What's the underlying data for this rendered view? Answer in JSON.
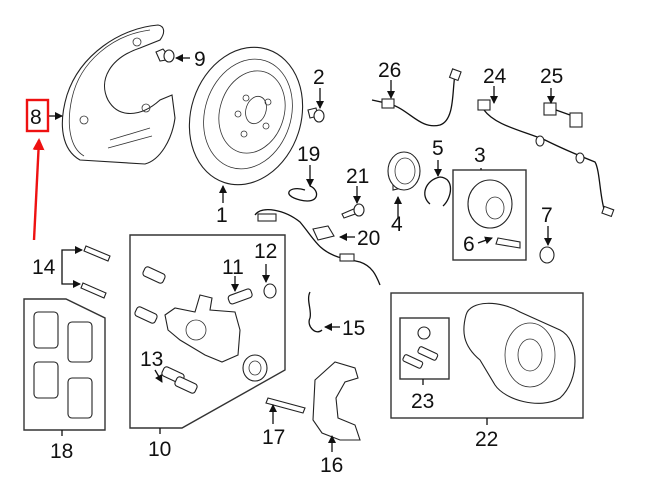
{
  "diagram": {
    "title": "Rear brake components exploded view",
    "highlight": {
      "callout": "8",
      "color": "#ee1111"
    },
    "callouts": [
      {
        "id": "callout-1",
        "text": "1",
        "part": "brake rotor"
      },
      {
        "id": "callout-2",
        "text": "2",
        "part": "rotor screw"
      },
      {
        "id": "callout-3",
        "text": "3",
        "part": "hub assembly"
      },
      {
        "id": "callout-4",
        "text": "4",
        "part": "wheel bearing"
      },
      {
        "id": "callout-5",
        "text": "5",
        "part": "snap ring"
      },
      {
        "id": "callout-6",
        "text": "6",
        "part": "wheel stud"
      },
      {
        "id": "callout-7",
        "text": "7",
        "part": "hub nut"
      },
      {
        "id": "callout-8",
        "text": "8",
        "part": "splash shield"
      },
      {
        "id": "callout-9",
        "text": "9",
        "part": "shield bolt"
      },
      {
        "id": "callout-10",
        "text": "10",
        "part": "caliper assembly"
      },
      {
        "id": "callout-11",
        "text": "11",
        "part": "guide pin"
      },
      {
        "id": "callout-12",
        "text": "12",
        "part": "bleeder cap"
      },
      {
        "id": "callout-13",
        "text": "13",
        "part": "boot"
      },
      {
        "id": "callout-14",
        "text": "14",
        "part": "guide pins"
      },
      {
        "id": "callout-15",
        "text": "15",
        "part": "pad clip"
      },
      {
        "id": "callout-16",
        "text": "16",
        "part": "caliper support"
      },
      {
        "id": "callout-17",
        "text": "17",
        "part": "support bolt"
      },
      {
        "id": "callout-18",
        "text": "18",
        "part": "brake pads"
      },
      {
        "id": "callout-19",
        "text": "19",
        "part": "wear sensor"
      },
      {
        "id": "callout-20",
        "text": "20",
        "part": "sensor clip"
      },
      {
        "id": "callout-21",
        "text": "21",
        "part": "bolt"
      },
      {
        "id": "callout-22",
        "text": "22",
        "part": "parking brake motor"
      },
      {
        "id": "callout-23",
        "text": "23",
        "part": "motor seal kit"
      },
      {
        "id": "callout-24",
        "text": "24",
        "part": "abs sensor"
      },
      {
        "id": "callout-25",
        "text": "25",
        "part": "harness"
      },
      {
        "id": "callout-26",
        "text": "26",
        "part": "brake hose"
      }
    ],
    "labels": {
      "c1": "1",
      "c2": "2",
      "c3": "3",
      "c4": "4",
      "c5": "5",
      "c6": "6",
      "c7": "7",
      "c8": "8",
      "c9": "9",
      "c10": "10",
      "c11": "11",
      "c12": "12",
      "c13": "13",
      "c14": "14",
      "c15": "15",
      "c16": "16",
      "c17": "17",
      "c18": "18",
      "c19": "19",
      "c20": "20",
      "c21": "21",
      "c22": "22",
      "c23": "23",
      "c24": "24",
      "c25": "25",
      "c26": "26"
    }
  }
}
